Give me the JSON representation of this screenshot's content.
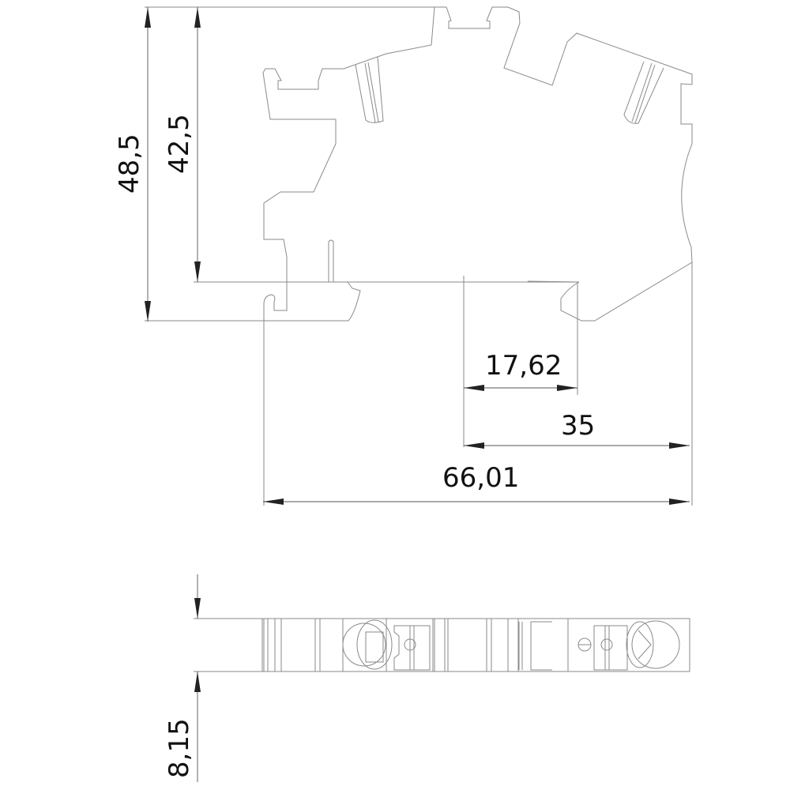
{
  "drawing": {
    "views": [
      "side-view",
      "top-view"
    ],
    "dimensions": {
      "overall_height": "48,5",
      "height_to_rail": "42,5",
      "offset": "17,62",
      "rail_width": "35",
      "overall_length": "66,01",
      "width": "8,15"
    },
    "colors": {
      "outline": "#8a8a8a",
      "dimension": "#222222"
    }
  }
}
